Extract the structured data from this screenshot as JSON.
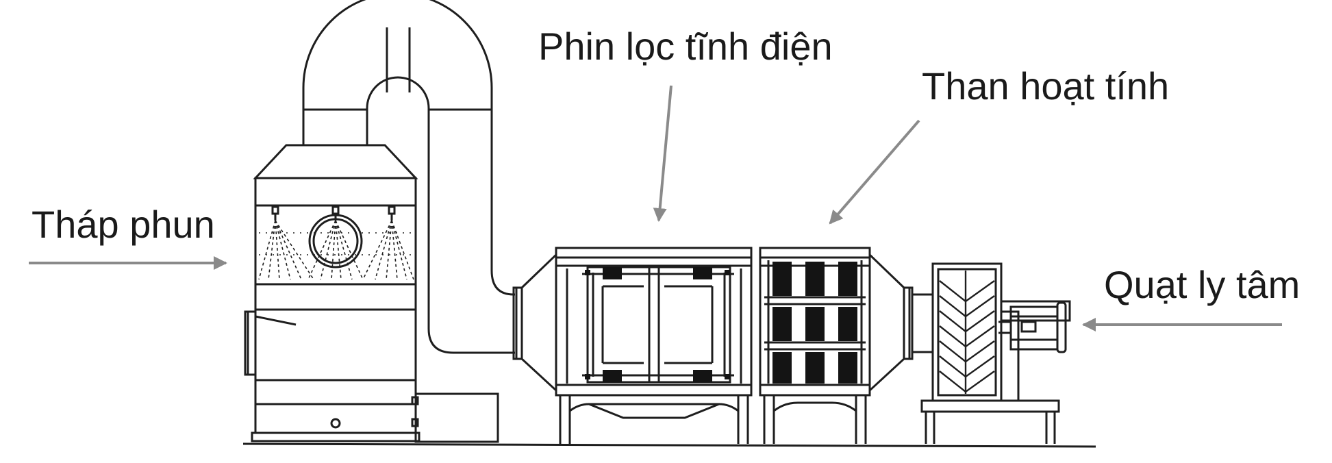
{
  "labels": {
    "spray_tower": "Tháp phun",
    "electrostatic_filter": "Phin lọc tĩnh điện",
    "activated_carbon": "Than hoạt tính",
    "centrifugal_fan": "Quạt ly tâm"
  },
  "colors": {
    "line": "#1e1e1e",
    "arrow": "#8a8a8a",
    "carbon_fill": "#141414",
    "background": "#ffffff"
  }
}
